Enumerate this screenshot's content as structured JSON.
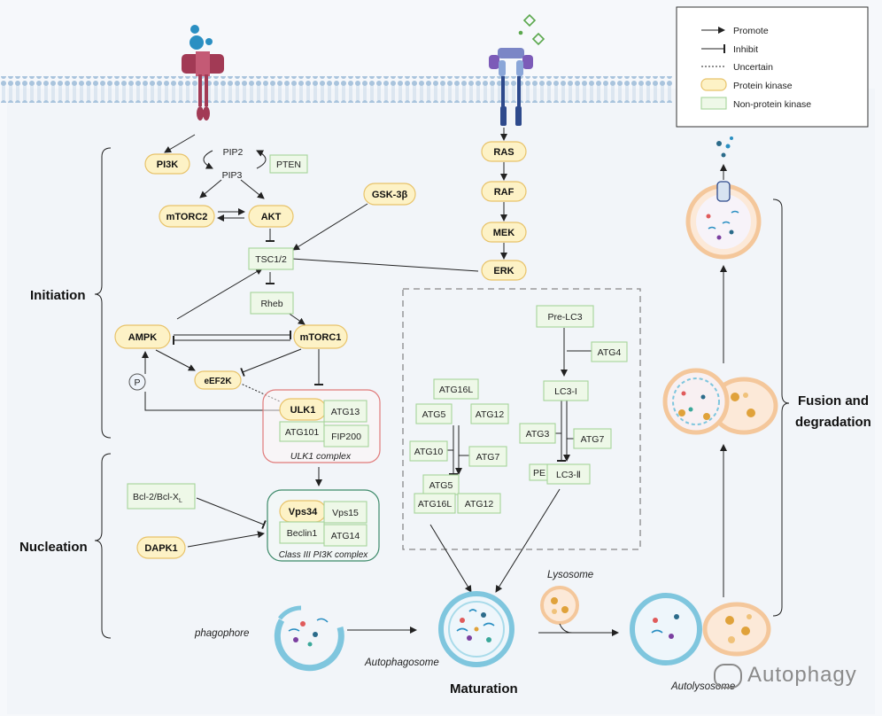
{
  "legend": {
    "promote": "Promote",
    "inhibit": "Inhibit",
    "uncertain": "Uncertain",
    "protein_kinase": "Protein kinase",
    "non_protein_kinase": "Non-protein kinase"
  },
  "stages": {
    "initiation": "Initiation",
    "nucleation": "Nucleation",
    "maturation": "Maturation",
    "fusion_line1": "Fusion and",
    "fusion_line2": "degradation"
  },
  "nodes": {
    "pi3k": "PI3K",
    "pip2": "PIP2",
    "pip3": "PIP3",
    "pten": "PTEN",
    "mtorc2": "mTORC2",
    "akt": "AKT",
    "gsk3b": "GSK-3β",
    "tsc": "TSC1/2",
    "rheb": "Rheb",
    "ampk": "AMPK",
    "mtorc1": "mTORC1",
    "eef2k": "eEF2K",
    "p": "P",
    "ulk1": "ULK1",
    "atg13": "ATG13",
    "atg101": "ATG101",
    "fip200": "FIP200",
    "bcl2": "Bcl-2/Bcl-X",
    "bcl2_sub": "L",
    "dapk1": "DAPK1",
    "vps34": "Vps34",
    "vps15": "Vps15",
    "beclin1": "Beclin1",
    "atg14": "ATG14",
    "ras": "RAS",
    "raf": "RAF",
    "mek": "MEK",
    "erk": "ERK",
    "prelc3": "Pre-LC3",
    "atg4": "ATG4",
    "lc3i": "LC3-I",
    "atg3": "ATG3",
    "atg7b": "ATG7",
    "pe": "PE",
    "lc3ii": "LC3-Ⅱ",
    "atg16l_a": "ATG16L",
    "atg5_a": "ATG5",
    "atg12_a": "ATG12",
    "atg10": "ATG10",
    "atg7a": "ATG7",
    "atg5_b": "ATG5",
    "atg16l_b": "ATG16L",
    "atg12_b": "ATG12"
  },
  "complexes": {
    "ulk1": "ULK1 complex",
    "pi3k3": "Class III PI3K complex"
  },
  "structures": {
    "phagophore": "phagophore",
    "autophagosome": "Autophagosome",
    "lysosome": "Lysosome",
    "autolysosome": "Autolysosome"
  },
  "watermark": "Autophagy",
  "colors": {
    "kinase_fill": "#fdf2c6",
    "kinase_stroke": "#e8c36a",
    "nonkinase_fill": "#eef8e8",
    "nonkinase_stroke": "#a6d49a",
    "membrane": "#a9c4dd",
    "receptor_left": "#a23a55",
    "receptor_right": "#2e4a8c",
    "vesicle": "#7fc6de",
    "lysosome": "#f4c79b"
  }
}
